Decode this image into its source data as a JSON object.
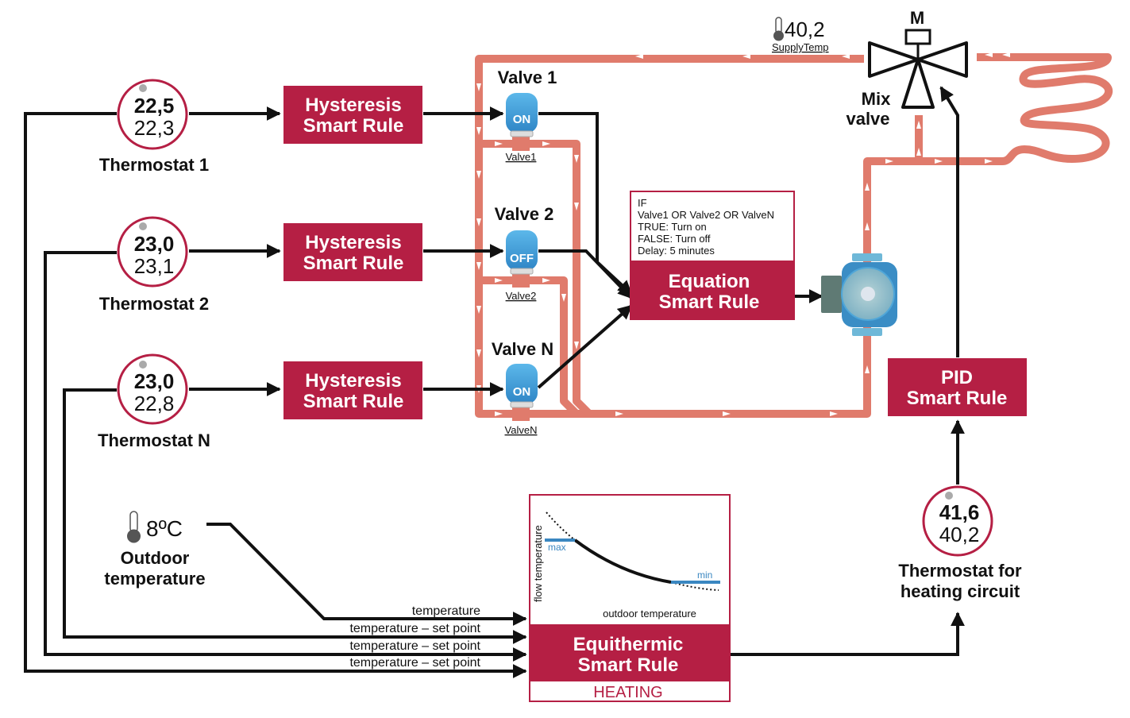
{
  "colors": {
    "rule_fill": "#b51f44",
    "pipe": "#e07b6c",
    "thermostat_ring": "#b51f44",
    "valve_blue": "#3e9ad6",
    "curve_limit_blue": "#3a87c1"
  },
  "thermostats": [
    {
      "name": "Thermostat 1",
      "current": "22,5",
      "setpoint": "22,3"
    },
    {
      "name": "Thermostat 2",
      "current": "23,0",
      "setpoint": "23,1"
    },
    {
      "name": "Thermostat N",
      "current": "23,0",
      "setpoint": "22,8"
    }
  ],
  "hysteresis_rules": [
    {
      "line1": "Hysteresis",
      "line2": "Smart Rule"
    },
    {
      "line1": "Hysteresis",
      "line2": "Smart Rule"
    },
    {
      "line1": "Hysteresis",
      "line2": "Smart Rule"
    }
  ],
  "valves": [
    {
      "title": "Valve 1",
      "state": "ON",
      "tag": "Valve1"
    },
    {
      "title": "Valve 2",
      "state": "OFF",
      "tag": "Valve2"
    },
    {
      "title": "Valve N",
      "state": "ON",
      "tag": "ValveN"
    }
  ],
  "equation_rule": {
    "conditions": [
      "IF",
      "Valve1 OR Valve2 OR ValveN",
      "TRUE: Turn on",
      "FALSE: Turn off",
      "Delay: 5 minutes"
    ],
    "line1": "Equation",
    "line2": "Smart Rule"
  },
  "supply_temp": {
    "value": "40,2",
    "tag": "SupplyTemp",
    "icon": "thermometer-icon"
  },
  "mix_valve": {
    "motor_label": "M",
    "line1": "Mix",
    "line2": "valve"
  },
  "pid_rule": {
    "line1": "PID",
    "line2": "Smart Rule"
  },
  "heating_thermostat": {
    "current": "41,6",
    "setpoint": "40,2",
    "line1": "Thermostat for",
    "line2": "heating circuit"
  },
  "outdoor": {
    "value": "8ºC",
    "line1": "Outdoor",
    "line2": "temperature",
    "icon": "thermometer-icon"
  },
  "equithermic_rule": {
    "line1": "Equithermic",
    "line2": "Smart Rule",
    "mode": "HEATING",
    "curve": {
      "ylabel": "flow temperature",
      "xlabel": "outdoor temperature",
      "max_label": "max",
      "min_label": "min"
    }
  },
  "equithermic_inputs": [
    "temperature",
    "temperature – set point",
    "temperature – set point",
    "temperature – set point"
  ]
}
